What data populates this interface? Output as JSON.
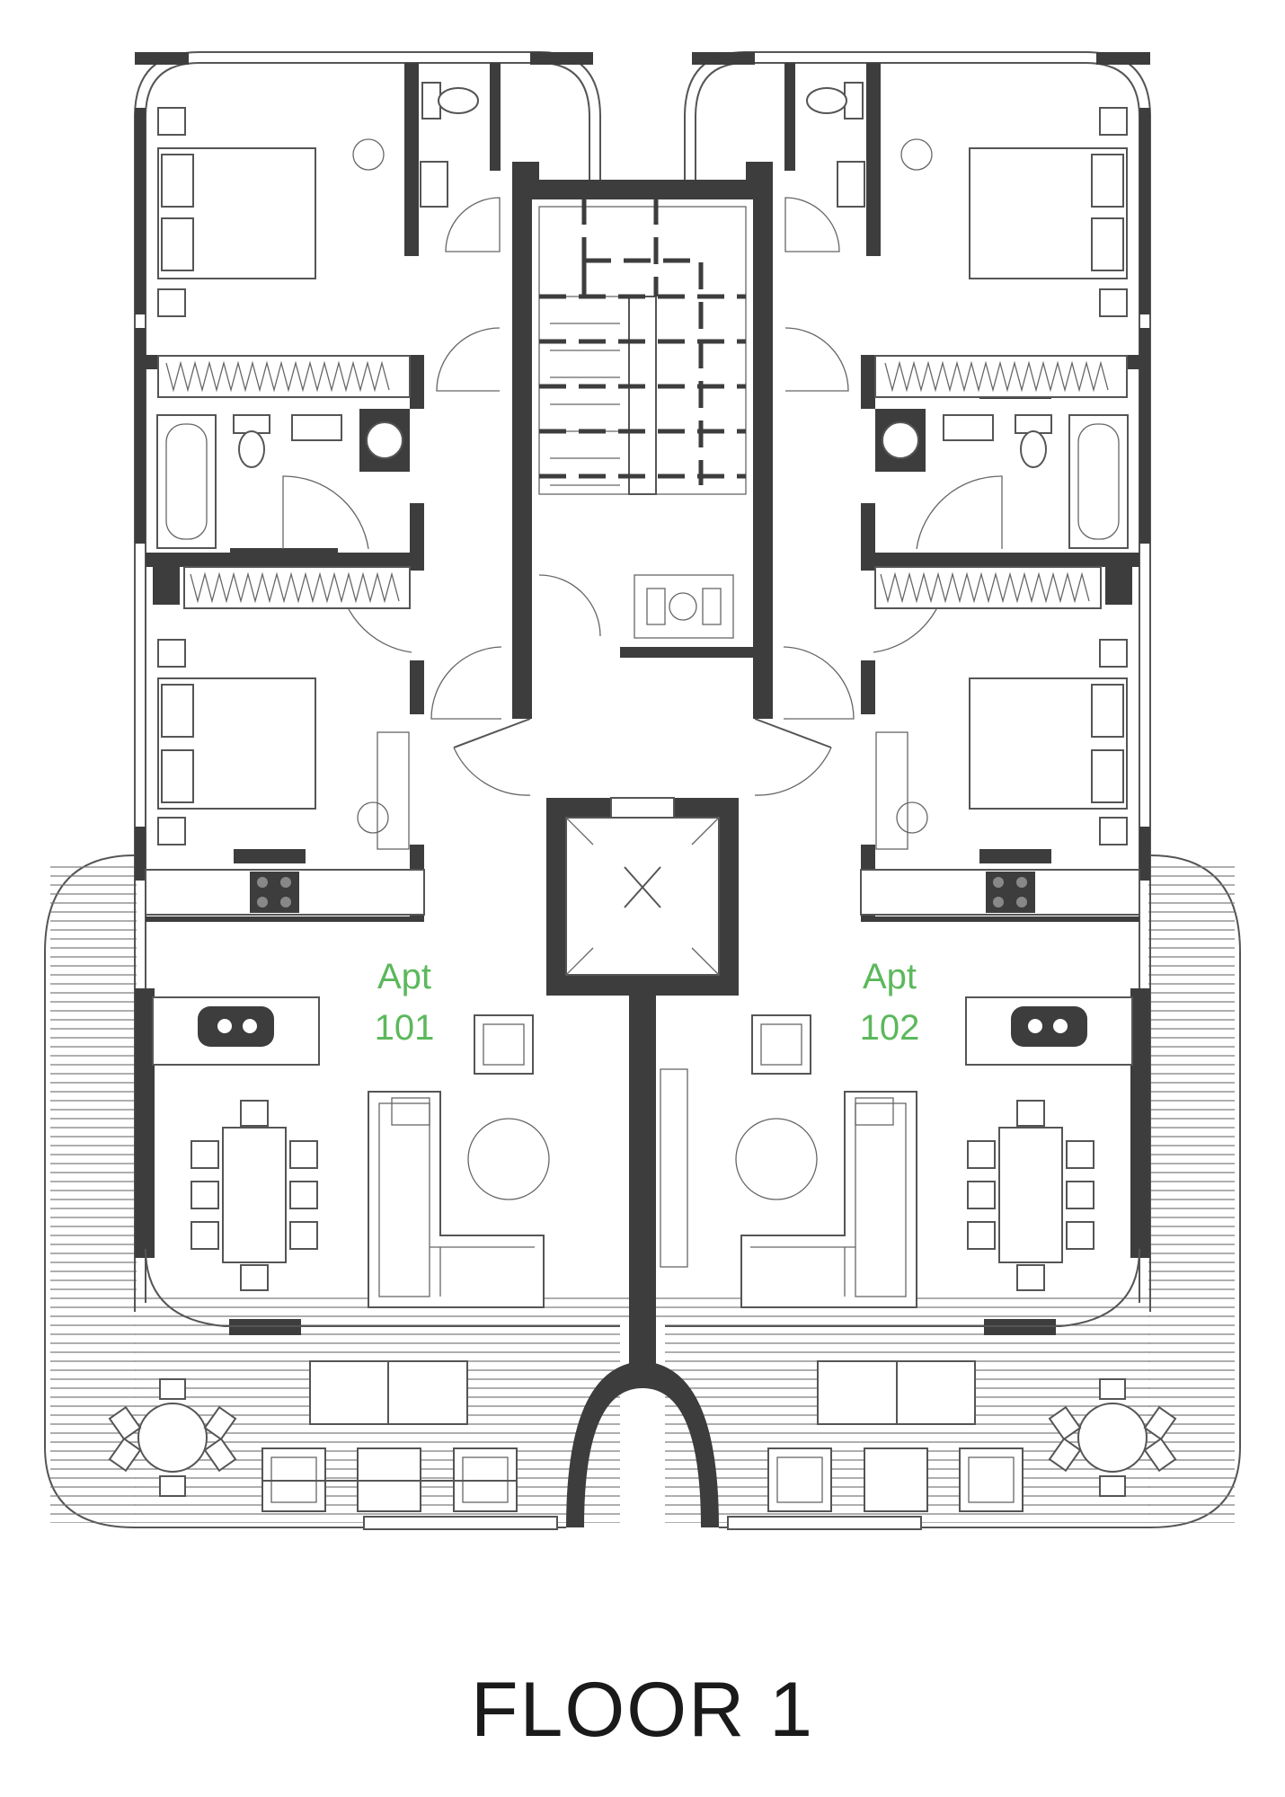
{
  "plan": {
    "floor_title": "FLOOR 1",
    "apartments": [
      {
        "name_line1": "Apt",
        "name_line2": "101"
      },
      {
        "name_line1": "Apt",
        "name_line2": "102"
      }
    ],
    "colors": {
      "walls": "#3d3d3d",
      "lines": "#555555",
      "apartment_label": "#5cb85c",
      "title": "#1a1a1a"
    },
    "icons": [
      "bed-icon",
      "bathtub-icon",
      "toilet-icon",
      "sink-icon",
      "wardrobe-icon",
      "stairs-icon",
      "stair-lift-icon",
      "elevator-icon",
      "dining-table-icon",
      "sofa-icon",
      "terrace-deck-icon"
    ]
  }
}
